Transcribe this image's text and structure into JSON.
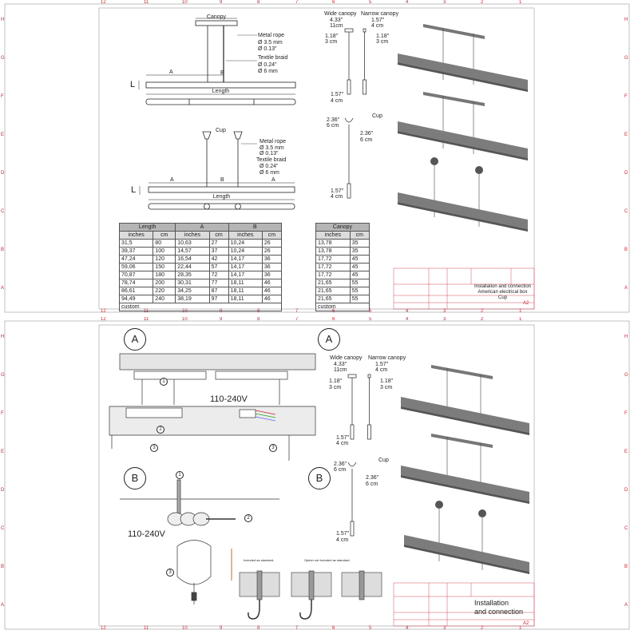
{
  "border_numbers": [
    "12",
    "11",
    "10",
    "9",
    "8",
    "7",
    "6",
    "5",
    "4",
    "3",
    "2",
    "1"
  ],
  "border_letters": [
    "H",
    "G",
    "F",
    "E",
    "D",
    "C",
    "B",
    "A"
  ],
  "top_sheet": {
    "fixture1": {
      "canopy": "Canopy",
      "metal_rope": "Metal rope",
      "rope_mm": "Ø 3.5 mm",
      "rope_in": "Ø 0.13\"",
      "textile_braid": "Textile braid",
      "braid_in": "Ø 0.24\"",
      "braid_mm": "Ø 6 mm",
      "a": "A",
      "b": "B",
      "l": "L",
      "length": "Length"
    },
    "fixture2": {
      "cup": "Cup",
      "metal_rope": "Metal rope",
      "rope_mm": "Ø 3.5 mm",
      "rope_in": "Ø 0.13\"",
      "textile_braid": "Textile braid",
      "braid_in": "Ø 0.24\"",
      "braid_mm": "Ø 6 mm",
      "a1": "A",
      "b": "B",
      "a2": "A",
      "l": "L",
      "length": "Length"
    },
    "canopy_detail": {
      "wide_canopy": "Wide canopy",
      "narrow_canopy": "Narrow canopy",
      "wide_in": "4.33\"",
      "wide_cm": "11cm",
      "narrow_in": "1.57\"",
      "narrow_cm": "4 cm",
      "h_in_l": "1.18\"",
      "h_cm_l": "3 cm",
      "h_in_r": "1.18\"",
      "h_cm_r": "3 cm",
      "bottom_in": "1.57\"",
      "bottom_cm": "4 cm"
    },
    "cup_detail": {
      "cup": "Cup",
      "w_in": "2.36\"",
      "w_cm": "6 cm",
      "h_in": "2.36\"",
      "h_cm": "6 cm",
      "bottom_in": "1.57\"",
      "bottom_cm": "4 cm"
    },
    "dim_table": {
      "groups": [
        "Length",
        "A",
        "B"
      ],
      "subheaders": [
        "inches",
        "cm",
        "inches",
        "cm",
        "inches",
        "cm"
      ],
      "rows": [
        [
          "31,5",
          "80",
          "10,63",
          "27",
          "10,24",
          "26"
        ],
        [
          "39,37",
          "100",
          "14,57",
          "37",
          "10,24",
          "26"
        ],
        [
          "47,24",
          "120",
          "16,54",
          "42",
          "14,17",
          "36"
        ],
        [
          "59,06",
          "150",
          "22,44",
          "57",
          "14,17",
          "36"
        ],
        [
          "70,87",
          "180",
          "28,35",
          "72",
          "14,17",
          "36"
        ],
        [
          "78,74",
          "200",
          "30,31",
          "77",
          "18,11",
          "46"
        ],
        [
          "86,61",
          "220",
          "34,25",
          "87",
          "18,11",
          "46"
        ],
        [
          "94,49",
          "240",
          "38,19",
          "97",
          "18,11",
          "46"
        ]
      ],
      "custom": "custom"
    },
    "canopy_table": {
      "header": "Canopy",
      "subheaders": [
        "inches",
        "cm"
      ],
      "rows": [
        [
          "13,78",
          "35"
        ],
        [
          "13,78",
          "35"
        ],
        [
          "17,72",
          "45"
        ],
        [
          "17,72",
          "45"
        ],
        [
          "17,72",
          "45"
        ],
        [
          "21,65",
          "55"
        ],
        [
          "21,65",
          "55"
        ],
        [
          "21,65",
          "55"
        ]
      ],
      "custom": "custom"
    },
    "title_block": {
      "line1": "Installation and connection",
      "line2": "American electrical box",
      "line3": "Cup",
      "sheet_size": "A2"
    }
  },
  "bottom_sheet": {
    "detail_a": "A",
    "detail_b": "B",
    "voltage_a": "110-240V",
    "voltage_b": "110-240V",
    "part_1a": "1",
    "part_2a": "2",
    "part_3a": "3",
    "part_3b": "3",
    "part_1b": "1",
    "part_2b": "2",
    "part_3c": "3",
    "included": "Included as standard.",
    "optional": "Option not included as standard.",
    "marker_a": "A",
    "marker_b": "B",
    "canopy_detail": {
      "wide_canopy": "Wide canopy",
      "narrow_canopy": "Narrow canopy",
      "wide_in": "4.33\"",
      "wide_cm": "11cm",
      "narrow_in": "1.57\"",
      "narrow_cm": "4 cm",
      "h_in_l": "1.18\"",
      "h_cm_l": "3 cm",
      "h_in_r": "1.18\"",
      "h_cm_r": "3 cm",
      "bottom_in": "1.57\"",
      "bottom_cm": "4 cm"
    },
    "cup_detail": {
      "cup": "Cup",
      "w_in": "2.36\"",
      "w_cm": "6 cm",
      "h_in": "2.36\"",
      "h_cm": "6 cm",
      "bottom_in": "1.57\"",
      "bottom_cm": "4 cm"
    },
    "title_block": {
      "line1": "Installation",
      "line2": "and connection",
      "sheet_size": "A2"
    }
  }
}
